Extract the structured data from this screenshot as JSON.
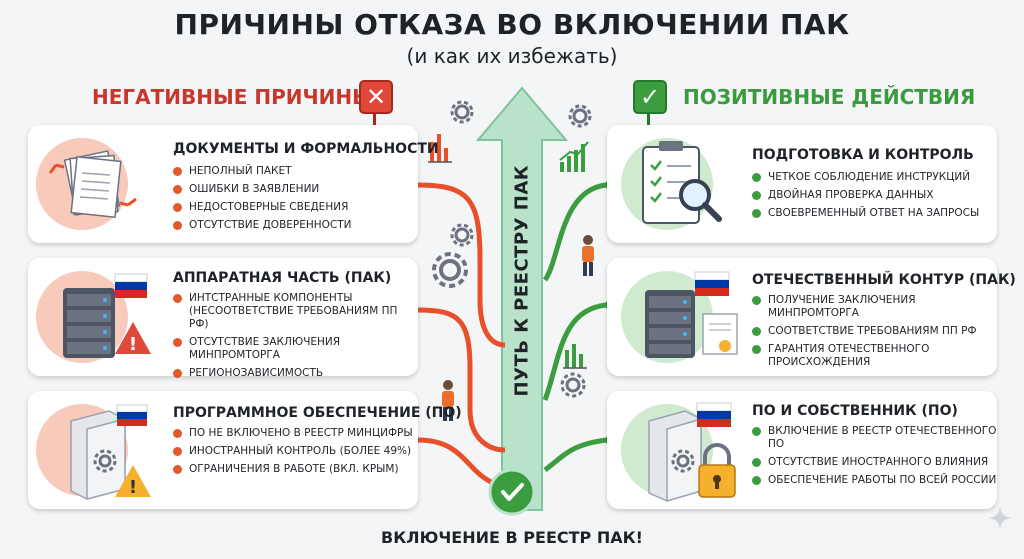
{
  "header": {
    "title": "ПРИЧИНЫ ОТКАЗА ВО ВКЛЮЧЕНИИ ПАК",
    "subtitle": "(и как их избежать)"
  },
  "negative": {
    "heading": "НЕГАТИВНЫЕ ПРИЧИНЫ",
    "cards": [
      {
        "title": "ДОКУМЕНТЫ И ФОРМАЛЬНОСТИ",
        "items": [
          "НЕПОЛНЫЙ ПАКЕТ",
          "ОШИБКИ В ЗАЯВЛЕНИИ",
          "НЕДОСТОВЕРНЫЕ СВЕДЕНИЯ",
          "ОТСУТСТВИЕ ДОВЕРЕННОСТИ"
        ]
      },
      {
        "title": "АППАРАТНАЯ ЧАСТЬ (ПАК)",
        "items": [
          "ИНТСТРАННЫЕ КОМПОНЕНТЫ (НЕСООТВЕТСТВИЕ ТРЕБОВАНИЯМ ПП РФ)",
          "ОТСУТСТВИЕ ЗАКЛЮЧЕНИЯ МИНПРОМТОРГА",
          "РЕГИОНОЗАВИСИМОСТЬ"
        ]
      },
      {
        "title": "ПРОГРАММНОЕ ОБЕСПЕЧЕНИЕ (ПО)",
        "items": [
          "ПО НЕ ВКЛЮЧЕНО В РЕЕСТР МИНЦИФРЫ",
          "ИНОСТРАННЫЙ КОНТРОЛЬ (БОЛЕЕ 49%)",
          "ОГРАНИЧЕНИЯ В РАБОТЕ (ВКЛ. КРЫМ)"
        ]
      }
    ]
  },
  "positive": {
    "heading": "ПОЗИТИВНЫЕ ДЕЙСТВИЯ",
    "cards": [
      {
        "title": "ПОДГОТОВКА И КОНТРОЛЬ",
        "items": [
          "ЧЕТКОЕ СОБЛЮДЕНИЕ ИНСТРУКЦИЙ",
          "ДВОЙНАЯ ПРОВЕРКА ДАННЫХ",
          "СВОЕВРЕМЕННЫЙ ОТВЕТ НА ЗАПРОСЫ"
        ]
      },
      {
        "title": "ОТЕЧЕСТВЕННЫЙ КОНТУР (ПАК)",
        "items": [
          "ПОЛУЧЕНИЕ ЗАКЛЮЧЕНИЯ МИНПРОМТОРГА",
          "СООТВЕТСТВИЕ ТРЕБОВАНИЯМ ПП РФ",
          "ГАРАНТИЯ ОТЕЧЕСТВЕННОГО ПРОИСХОЖДЕНИЯ"
        ]
      },
      {
        "title": "ПО И СОБСТВЕННИК (ПО)",
        "items": [
          "ВКЛЮЧЕНИЕ В РЕЕСТР ОТЕЧЕСТВЕННОГО ПО",
          "ОТСУТСТВИЕ ИНОСТРАННОГО ВЛИЯНИЯ",
          "ОБЕСПЕЧЕНИЕ РАБОТЫ ПО ВСЕЙ РОССИИ"
        ]
      }
    ]
  },
  "center": {
    "path_label": "ПУТЬ К РЕЕСТРУ ПАК",
    "footer": "ВКЛЮЧЕНИЕ В РЕЕСТР ПАК!"
  },
  "colors": {
    "negative": "#e0483a",
    "positive": "#3b9d40",
    "arrow": "#9fd2b5"
  }
}
